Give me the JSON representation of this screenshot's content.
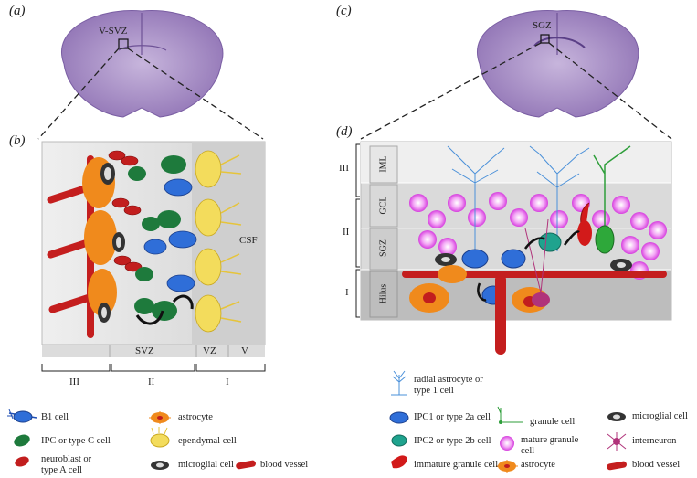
{
  "panels": {
    "a": "(a)",
    "b": "(b)",
    "c": "(c)",
    "d": "(d)"
  },
  "brain_labels": {
    "left": "V-SVZ",
    "right": "SGZ"
  },
  "panel_b": {
    "csf": "CSF",
    "zones": [
      "SVZ",
      "VZ",
      "V"
    ],
    "roman": [
      "III",
      "II",
      "I"
    ]
  },
  "panel_d": {
    "layers": [
      "IML",
      "GCL",
      "SGZ",
      "Hilus"
    ],
    "roman": [
      "III",
      "II",
      "I"
    ]
  },
  "legend_left": [
    {
      "icon": "b1-cell-icon",
      "text": "B1 cell"
    },
    {
      "icon": "ipc-type-c-icon",
      "text": "IPC or type C cell"
    },
    {
      "icon": "neuroblast-icon",
      "text": "neuroblast or\ntype A cell"
    },
    {
      "icon": "astrocyte-icon",
      "text": "astrocyte"
    },
    {
      "icon": "ependymal-icon",
      "text": "ependymal cell"
    },
    {
      "icon": "microglia-icon",
      "text": "microglial cell"
    },
    {
      "icon": "blood-vessel-icon",
      "text": "blood vessel"
    }
  ],
  "legend_right": [
    {
      "icon": "radial-astrocyte-icon",
      "text": "radial astrocyte or\ntype 1 cell"
    },
    {
      "icon": "ipc1-icon",
      "text": "IPC1 or type 2a cell"
    },
    {
      "icon": "ipc2-icon",
      "text": "IPC2 or type 2b cell"
    },
    {
      "icon": "immature-granule-icon",
      "text": "immature granule cell"
    },
    {
      "icon": "granule-cell-icon",
      "text": "granule cell"
    },
    {
      "icon": "mature-granule-icon",
      "text": "mature granule\ncell"
    },
    {
      "icon": "astrocyte-icon",
      "text": "astrocyte"
    },
    {
      "icon": "microglia-icon",
      "text": "microglial cell"
    },
    {
      "icon": "interneuron-icon",
      "text": "interneuron"
    },
    {
      "icon": "blood-vessel-icon",
      "text": "blood vessel"
    }
  ],
  "colors": {
    "brain": "#a88cc4",
    "b1": "#1f4fb5",
    "typeC": "#1e7a3c",
    "typeA": "#c21e1e",
    "astrocyte": "#f08a1c",
    "ependymal": "#f3dc5c",
    "mature": "#e05ce8"
  }
}
